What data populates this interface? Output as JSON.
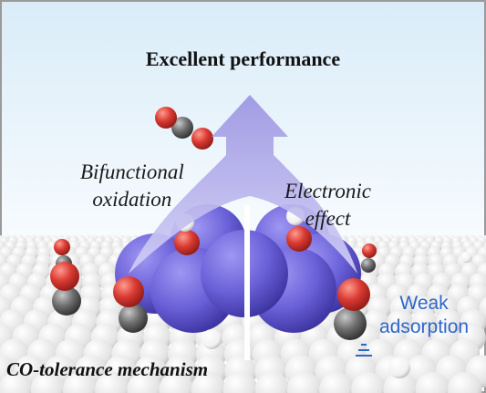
{
  "title": "Excellent performance",
  "left_label": [
    "Bifunctional",
    "oxidation"
  ],
  "right_label": [
    "Electronic",
    "effect"
  ],
  "weak_label": [
    "Weak",
    "adsorption"
  ],
  "bottom_label": "CO-tolerance mechanism",
  "colors": {
    "arrow": "#a9a3e6",
    "atom_purple": "#6b61d9",
    "oxygen": "#d93a32",
    "carbon": "#6f6f6f",
    "hydrogen": "#ffffff",
    "surface": "#e6e6e6",
    "weak_text": "#2f67c9"
  }
}
